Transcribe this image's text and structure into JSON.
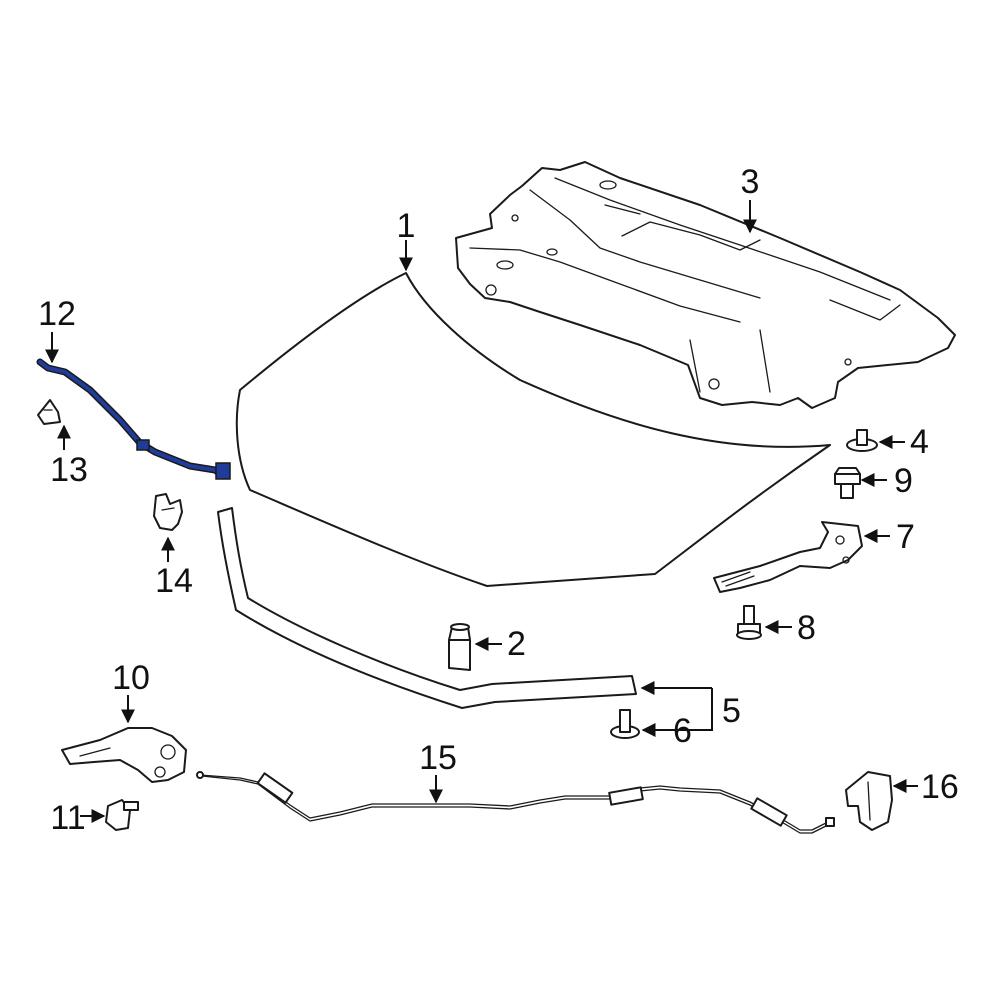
{
  "colors": {
    "line": "#1a1a1a",
    "highlight": "#1f3c9b",
    "background": "#ffffff"
  },
  "callouts": {
    "c1": "1",
    "c2": "2",
    "c3": "3",
    "c4": "4",
    "c5": "5",
    "c6": "6",
    "c7": "7",
    "c8": "8",
    "c9": "9",
    "c10": "10",
    "c11": "11",
    "c12": "12",
    "c13": "13",
    "c14": "14",
    "c15": "15",
    "c16": "16"
  }
}
